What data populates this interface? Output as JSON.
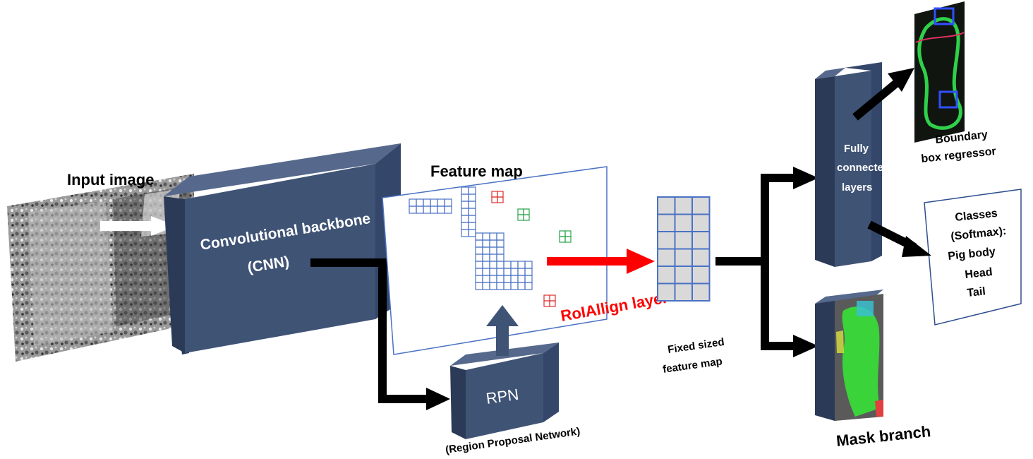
{
  "labels": {
    "input_image": "Input image",
    "backbone_line1": "Convolutional backbone",
    "backbone_line2": "(CNN)",
    "feature_map": "Feature map",
    "rpn": "RPN",
    "rpn_full": "(Region Proposal Network)",
    "roi_align": "RoIAllign layer",
    "fixed_line1": "Fixed sized",
    "fixed_line2": "feature map",
    "fc_line1": "Fully",
    "fc_line2": "connected",
    "fc_line3": "layers",
    "bbox_line1": "Boundary",
    "bbox_line2": "box regressor",
    "classes": [
      "Classes",
      "(Softmax):",
      "Pig body",
      "Head",
      "Tail"
    ],
    "mask_branch": "Mask branch"
  },
  "colors": {
    "block_front": "#3f5375",
    "block_side": "#2b3b57",
    "block_top": "#56698c",
    "grid_blue": "#4a72c4",
    "grid_red": "#e03030",
    "grid_green": "#2aa24a",
    "roi_arrow": "#ff0000",
    "arrow": "#000000",
    "fixed_cell": "#d9d9d9"
  }
}
